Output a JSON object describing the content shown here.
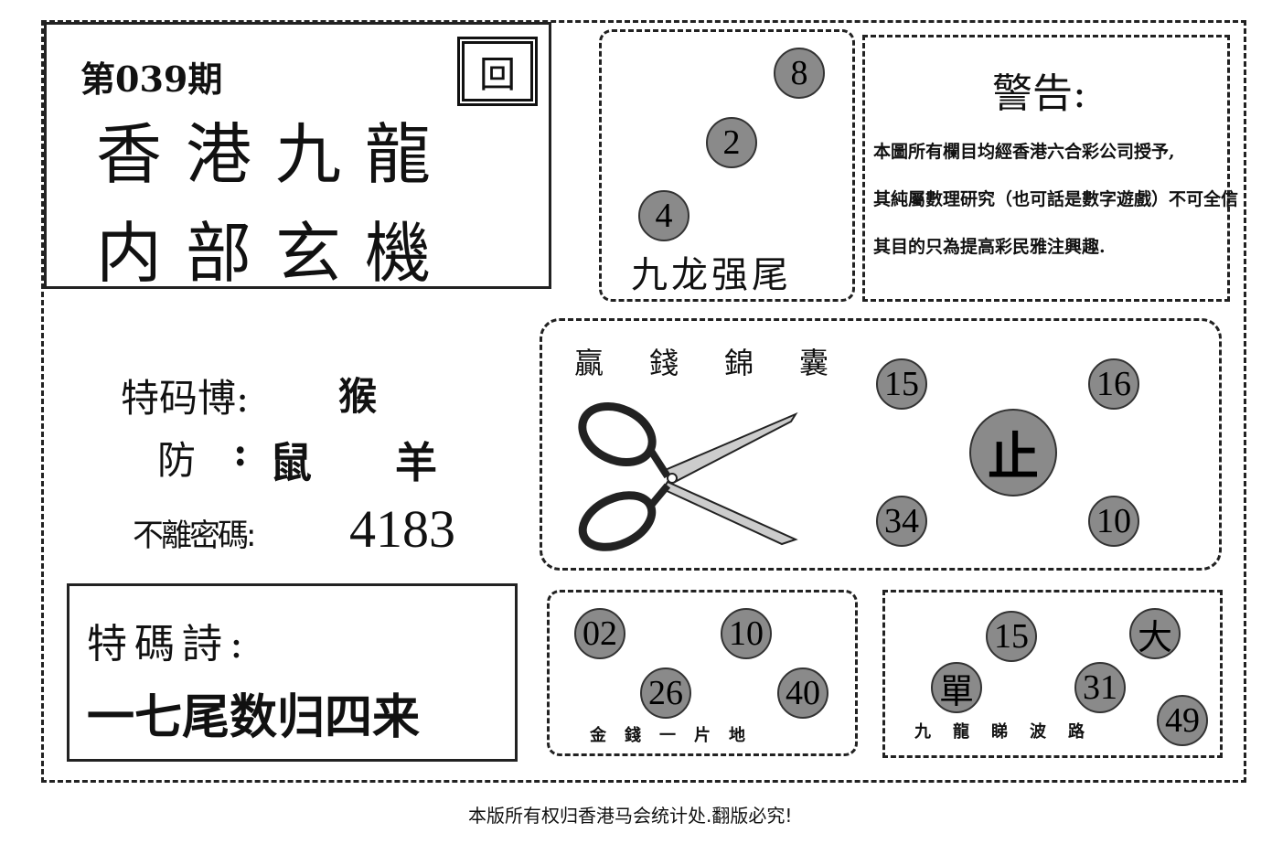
{
  "header": {
    "issue": "第039期",
    "title_line1": "香港九龍",
    "title_line2": "内部玄機",
    "logo": "回"
  },
  "tail": {
    "balls": [
      "8",
      "2",
      "4"
    ],
    "caption": "九龙强尾"
  },
  "warning": {
    "title": "警告:",
    "text": [
      "本圖所有欄目均經香港六合彩公司授予,",
      "其純屬數理研究（也可話是數字遊戲）不可全信",
      "其目的只為提高彩民雅注興趣."
    ]
  },
  "special": {
    "label1": "特码博:",
    "value1": "猴",
    "label2": "防",
    "colon": ":",
    "value2a": "鼠",
    "value2b": "羊",
    "label3": "不離密碼:",
    "value3": "4183"
  },
  "scissors": {
    "title": [
      "贏",
      "錢",
      "錦",
      "囊"
    ],
    "balls": [
      "15",
      "16",
      "34",
      "10"
    ],
    "center": "止"
  },
  "poem": {
    "label": "特碼詩:",
    "text": "一七尾数归四来"
  },
  "money": {
    "balls": [
      "02",
      "10",
      "26",
      "40"
    ],
    "caption": "金錢一片地"
  },
  "wave": {
    "balls": [
      "15",
      "大",
      "單",
      "31",
      "49"
    ],
    "caption": "九龍睇波路"
  },
  "footer": {
    "text": "本版所有权归香港马会统计处.翻版必究!"
  }
}
